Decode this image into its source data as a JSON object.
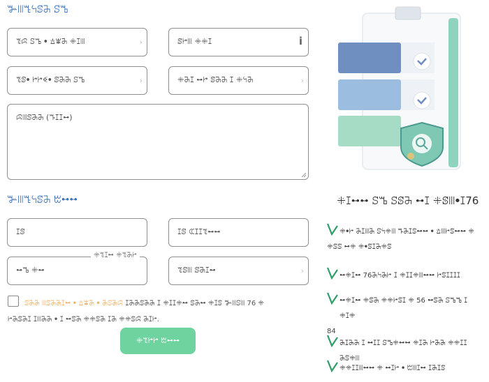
{
  "form": {
    "section1_title": "ꔐꔖꔎꕪꕷꔕ ꕶꕰ",
    "fields": {
      "field1": "ꔳꕸ ꕶꕰ ꔷ ꕖꕾꔕ ꔰꕯꔖ",
      "field2": "ꕷꔵꔖ ꔰꔰꕯ",
      "field3": "ꔳꕷꔷ ꔵꔵꔽꔷ ꕷꔕꔕ ꕶꕰ",
      "field4": "ꔰꔕꕯ ꕹꔵ ꕷꔕꔕ ꕯ ꔰꕪꔕ",
      "textarea": "ꕸꔖꕷꔕꔕ (ꔒꕯꕯꕹ)"
    },
    "section2_title": "ꔐꔖꔎꕪꕷꔕ ꔱꕹꕹ",
    "fields2": {
      "field1": "ꕯꕷ",
      "field2": "ꕯꕷ ꕆꕯꕯꔳꕹꕹ",
      "field3": "ꕹꕰ ꔰꕹ",
      "field3_tag": "ꔰꔳꕯꕹ ꔰꔳꔕꔵ",
      "field4": "ꔳꕷꔖ ꕷꔕꕯꕹ"
    },
    "consent": {
      "link_text": "ꕷꔕꔕ ꔖꕷꔕꔕꕯꕹ ꔷ ꕖꕾꔕ ꔷ ꔕꕶꔕꕸ",
      "text1": "ꕯꔕꔕꕷꔕꔕ ꕯ ꔰꕯꕯꔰꕹ ꕷꔕꕹ ꔰꕯꕷ ꔐꔖꕶꔖ 76 ꔰ",
      "text2": "ꔵꔕꕷꔕꕯ ꕯꔖꔕꔕ ꔷ ꕯ ꕹꕷꔕ ꔰꔰꕷꔕ ꕯꔕ ꔰꔰꕷꕸ ꔕꕯꔵ."
    },
    "submit_label": "ꔰꔳꔵꔵ ꔱꕹꕹ"
  },
  "side": {
    "title": "ꔰꕯꕹꕹ ꕶꕰ ꕶꕷꔕ ꕹꕯ ꔰꕷꔖꔷꕯ76",
    "benefits": [
      {
        "text": "ꔰꔷꔵ ꔕꕯꔖꔕ ꕶꕪꔰꔖ ꔒꔕꕯꕷꕹꕹ ꔷ ꕖꔖꔵꕷꕹꕹ ꔰ",
        "cont": "ꔰꕷꕷ ꕹꔰ ꔰꔷꕷꕯꔕꔰꕷ"
      },
      {
        "text": "ꕹꔰꕯꕹ 76ꔕꕪꔕꔵ ꕯ ꔰꕯꕯꔰꔖꕹꕹ ꔵꕷꕯꕯꕯꕯ"
      },
      {
        "text": "ꕹꔰꕯꕹ ꔰꕷꔕ ꔰꔰꔵꕷꕯ ꔰ 56 ꕹꕷꔕ ꕶꕰꕰ ꕯ ꔰꕯꔰ",
        "cont": "84"
      },
      {
        "text": "ꔕꕯꔕꔕ ꕯ ꕹꕯꕯ ꕶꕰꔰꕹꕹ ꔰꕯꔕ ꔵꔕꔕ ꔰꔰꕯꕯ ꔕꕷꔰꔖ"
      },
      {
        "text": "ꔰꔰꕯꕯꔖꕹꕹ ꔰ ꕹꕯꔵ ꔷ ꔱꔖꕯꕹ ꕯꔕꕯꕷ"
      }
    ]
  },
  "colors": {
    "accent": "#3b6fb6",
    "button": "#6fd3a0",
    "check": "#2f9e6a",
    "link": "#f0b26c"
  }
}
